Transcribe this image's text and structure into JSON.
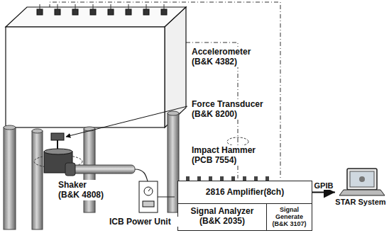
{
  "diagram": {
    "nodes": [
      {
        "text": [
          "2816 Amplifier(8ch)"
        ]
      },
      {
        "text": [
          "Signal Analyzer (B&K 2035)"
        ]
      },
      {
        "text": [
          "Signal Generate (B&K 3107)"
        ]
      },
      {
        "text": [
          "STAR System"
        ]
      }
    ],
    "edges": [
      {
        "from": 0,
        "to": 3,
        "arrow": "to",
        "label": "GPIB"
      }
    ],
    "labels": [
      "Accelerometer (B&K 4382)",
      "Force Transducer (B&K 8200)",
      "Impact Hammer (PCB 7554)",
      "Shaker (B&K 4808)",
      "ICB Power Unit"
    ]
  }
}
